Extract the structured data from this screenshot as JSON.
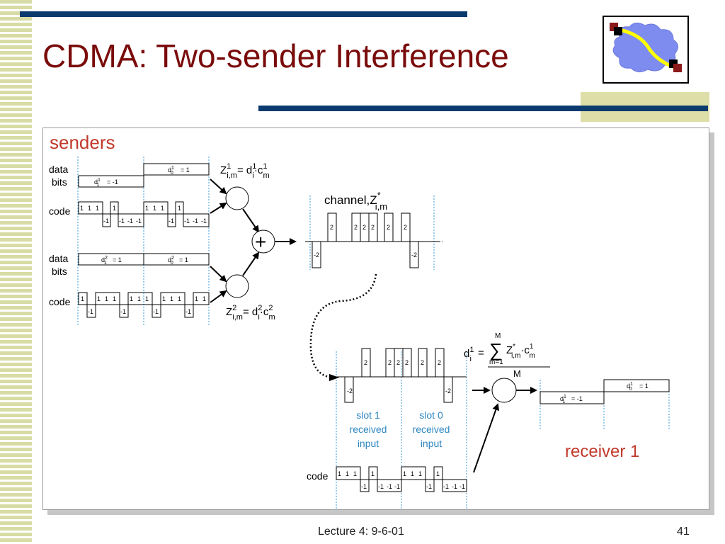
{
  "slide": {
    "title": "CDMA: Two-sender Interference",
    "footer": "Lecture 4: 9-6-01",
    "page_number": "41"
  },
  "diagram": {
    "senders_heading": "senders",
    "data_label": "data",
    "bits_label": "bits",
    "code_label": "code",
    "sender1": {
      "d1_label": "d",
      "d1_value": "= -1",
      "d0_value": "= 1",
      "code_chips": [
        "1",
        "1",
        "1",
        "-1",
        "1",
        "-1",
        "-1",
        "-1"
      ],
      "product_formula": "Z",
      "product_sub": "i,m",
      "product_rhs": "= d",
      "product_rhs_sub": "i",
      "product_rhs_mid": "·c",
      "product_rhs_end_sub": "m",
      "sup": "1"
    },
    "sender2": {
      "d1_value": "= 1",
      "d0_value": "= 1",
      "code_chips": [
        "1",
        "-1",
        "1",
        "1",
        "1",
        "-1",
        "1",
        "1"
      ],
      "sup": "2"
    },
    "channel_label": "channel,Z",
    "channel_sup": "*",
    "channel_sub": "i,m",
    "channel_values": [
      "-2",
      "2",
      "2",
      "2",
      "2",
      "2",
      "2",
      "-2"
    ],
    "receiver": {
      "formula_lhs": "d",
      "formula_eq": "=",
      "sum_top": "M",
      "sum_bottom": "m=1",
      "sum_term": "Z",
      "sum_term_sub": "i,m",
      "sum_term_sup": "*",
      "sum_term_c": "·c",
      "divisor": "M",
      "slot1_label": [
        "slot 1",
        "received",
        "input"
      ],
      "slot0_label": [
        "slot 0",
        "received",
        "input"
      ],
      "output_d1": "= -1",
      "output_d0": "= 1",
      "code_label": "code",
      "receiver_label": "receiver 1"
    },
    "plus_symbol": "+",
    "colors": {
      "accent_red": "#c0392b",
      "slot_blue": "#2e86c1",
      "dotted_blue": "#3a9ad9"
    }
  }
}
